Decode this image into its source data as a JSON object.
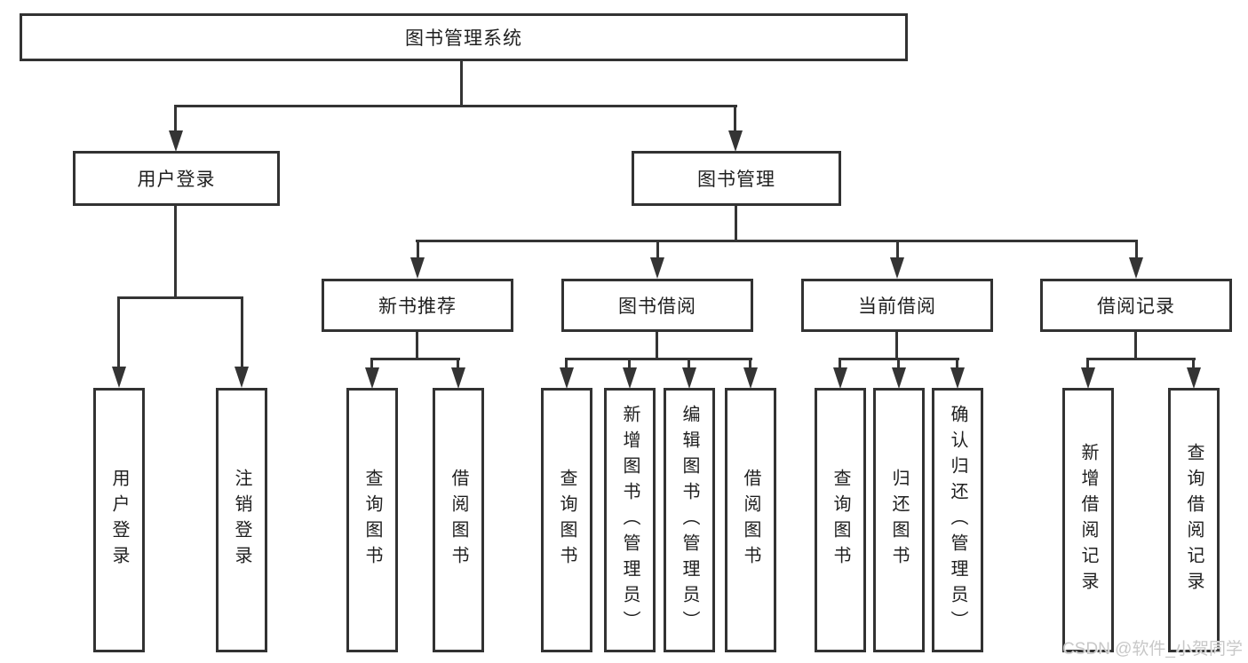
{
  "diagram": {
    "root": {
      "label": "图书管理系统"
    },
    "level2": {
      "user_login": {
        "label": "用户登录"
      },
      "book_management": {
        "label": "图书管理"
      }
    },
    "level3": {
      "new_book_recommend": {
        "label": "新书推荐"
      },
      "book_borrow": {
        "label": "图书借阅"
      },
      "current_borrow": {
        "label": "当前借阅"
      },
      "borrow_record": {
        "label": "借阅记录"
      }
    },
    "leaves": {
      "user_login": [
        "用户登录",
        "注销登录"
      ],
      "new_book_recommend": [
        "查询图书",
        "借阅图书"
      ],
      "book_borrow": [
        "查询图书",
        "新增图书（管理员）",
        "编辑图书（管理员）",
        "借阅图书"
      ],
      "current_borrow": [
        "查询图书",
        "归还图书",
        "确认归还（管理员）"
      ],
      "borrow_record": [
        "新增借阅记录",
        "查询借阅记录"
      ]
    }
  },
  "watermark": {
    "text": "CSDN @软件_小贺同学"
  },
  "colors": {
    "line": "#343434",
    "border": "#323232",
    "text": "#1f1f1f",
    "background": "#ffffff",
    "watermark": "#c8c8c8"
  }
}
